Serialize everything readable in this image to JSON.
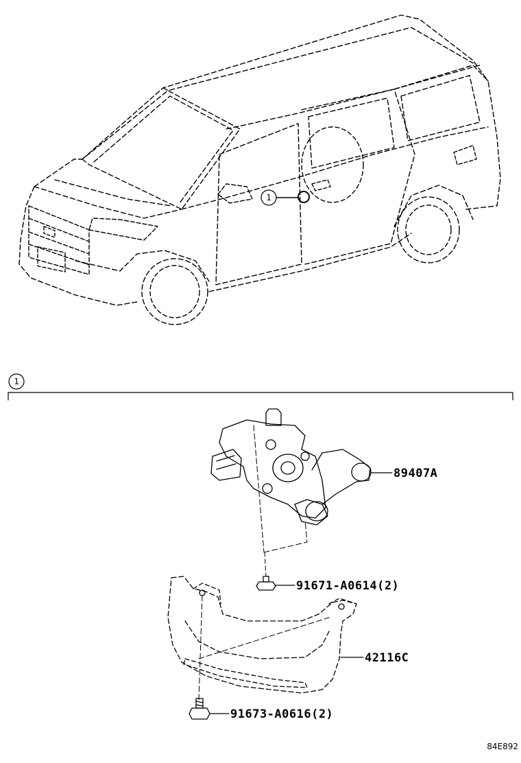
{
  "callout_number": "1",
  "parts": [
    {
      "id": "part-89407a",
      "label": "89407A"
    },
    {
      "id": "part-91671",
      "label": "91671-A0614(2)"
    },
    {
      "id": "part-42116c",
      "label": "42116C"
    },
    {
      "id": "part-91673",
      "label": "91673-A0616(2)"
    }
  ],
  "figure_code": "84E892",
  "colors": {
    "line": "#000000",
    "background": "#ffffff"
  }
}
